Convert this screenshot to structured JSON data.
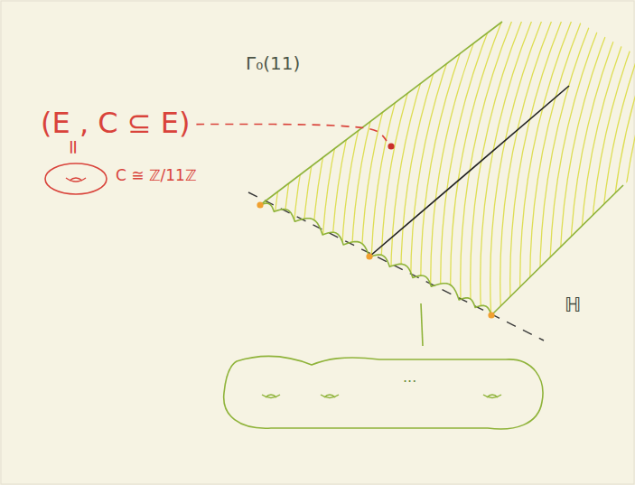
{
  "diagram": {
    "labels": [
      "Γ₀(11)",
      "(E , C ⊆ E)",
      "=",
      "C ≅ ℤ/11ℤ",
      "ℍ",
      "..."
    ]
  }
}
